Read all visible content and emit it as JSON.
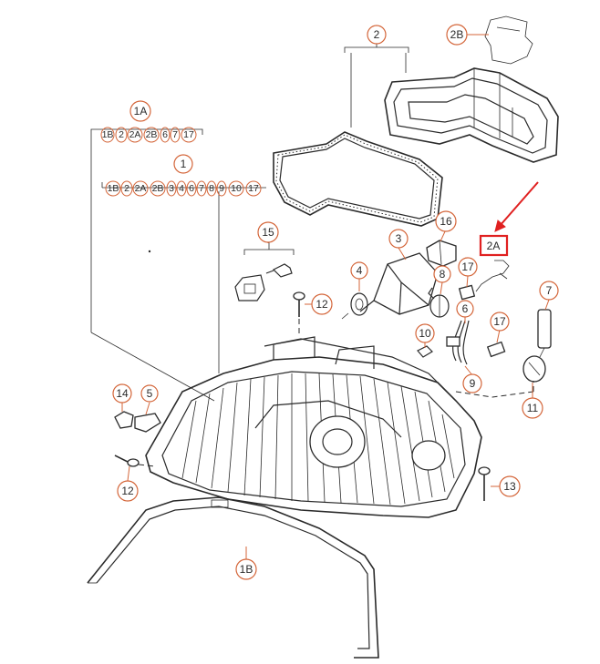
{
  "highlight_color": "#e02020",
  "callout_color": "#d4663a",
  "callouts": {
    "c2": "2",
    "c2B": "2B",
    "c1A": "1A",
    "c1": "1",
    "c15": "15",
    "c3": "3",
    "c16": "16",
    "c4": "4",
    "c8": "8",
    "c17a": "17",
    "c2A": "2A",
    "c7": "7",
    "c12a": "12",
    "c6": "6",
    "c17b": "17",
    "c10": "10",
    "c9": "9",
    "c11": "11",
    "c14": "14",
    "c5": "5",
    "c12b": "12",
    "c13": "13",
    "c1B": "1B"
  },
  "group_1A": [
    "1B",
    "2",
    "2A",
    "2B",
    "6",
    "7",
    "17"
  ],
  "group_1": [
    "1B",
    "2",
    "2A",
    "2B",
    "3",
    "4",
    "6",
    "7",
    "8",
    "9",
    "10",
    "17"
  ]
}
